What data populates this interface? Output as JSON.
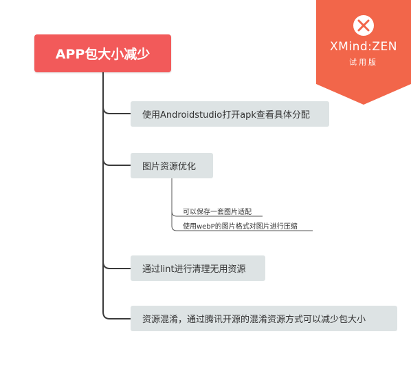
{
  "root": {
    "label": "APP包大小减少"
  },
  "topics": [
    {
      "label": "使用Androidstudio打开apk查看具体分配"
    },
    {
      "label": "图片资源优化"
    },
    {
      "label": "通过lint进行清理无用资源"
    },
    {
      "label": "资源混淆，通过腾讯开源的混淆资源方式可以减少包大小"
    }
  ],
  "subtopics": [
    {
      "label": "可以保存一套图片适配"
    },
    {
      "label": "使用webP的图片格式对图片进行压缩"
    }
  ],
  "badge": {
    "brand": "XMind:ZEN",
    "edition": "试用版"
  },
  "colors": {
    "root": "#f25a5a",
    "topic": "#dde3e4",
    "badge": "#f2664a",
    "line": "#3a3a3a"
  }
}
